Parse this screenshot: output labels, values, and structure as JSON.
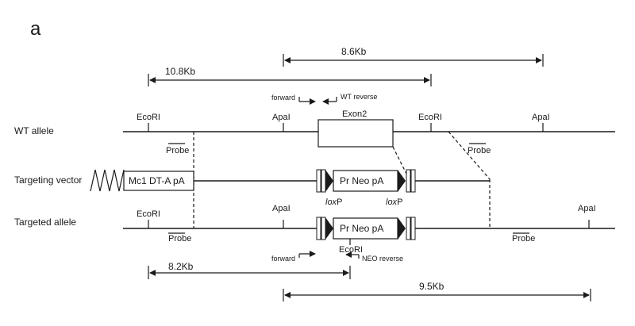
{
  "panel_label": "a",
  "rows": {
    "wt": "WT allele",
    "vector": "Targeting vector",
    "targeted": "Targeted allele"
  },
  "sites": {
    "ecori": "EcoRI",
    "apai": "ApaI"
  },
  "probe": "Probe",
  "exon": "Exon2",
  "loxp_italic": "lox",
  "loxp_suffix": "P",
  "cassettes": {
    "dta": "Mc1 DT-A pA",
    "neo": "Pr Neo pA"
  },
  "primers": {
    "forward": "forward",
    "wt_reverse": "WT reverse",
    "neo_reverse": "NEO reverse"
  },
  "fragments": {
    "wt_apai": "8.6Kb",
    "wt_ecori": "10.8Kb",
    "tg_ecori": "8.2Kb",
    "tg_apai": "9.5Kb"
  }
}
